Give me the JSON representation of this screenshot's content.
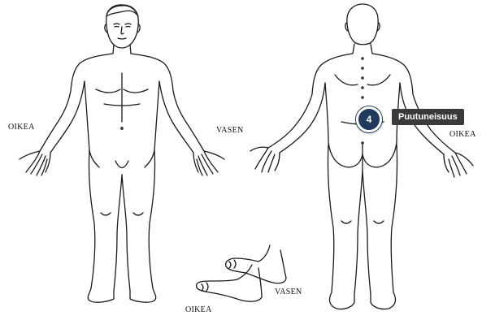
{
  "labels": {
    "front_right": "OIKEA",
    "front_left": "VASEN",
    "back_right": "OIKEA",
    "feet_left": "VASEN",
    "feet_right": "OIKEA"
  },
  "marker": {
    "number": "4",
    "label": "Puutuneisuus",
    "color": "#1f3a5c"
  }
}
